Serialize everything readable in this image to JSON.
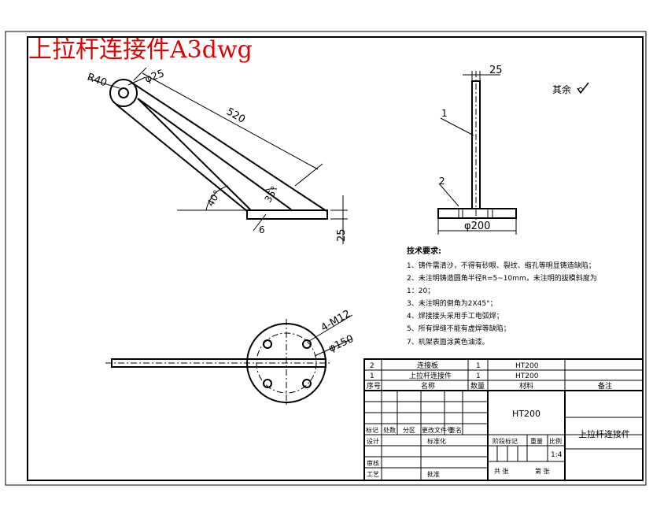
{
  "watermark": "上拉杆连接件A3dwg",
  "side_view": {
    "dim_radius": "R40",
    "dim_hole": "φ25",
    "dim_length": "520",
    "angle_lower": "40°",
    "angle_upper": "35°",
    "dim_weld": "6",
    "dim_plate_thickness": "25"
  },
  "front_view": {
    "dim_width": "25",
    "dim_diameter": "φ200",
    "balloon_1": "1",
    "balloon_2": "2"
  },
  "roughness": {
    "label": "其余"
  },
  "top_view": {
    "dim_holes": "4-M12",
    "dim_circle": "φ150"
  },
  "tech_requirements": {
    "title": "技术要求:",
    "items": [
      "1、铸件需清沙，不得有砂眼、裂纹、缩孔等明显铸造缺陷；",
      "2、未注明铸造圆角半径R=5~10mm，未注明的拔模斜度为",
      "1：20；",
      "3、未注明的倒角为2X45°；",
      "4、焊接接头采用手工电弧焊；",
      "5、所有焊缝不能有虚焊等缺陷；",
      "7、机架表面涂黄色油漆。"
    ]
  },
  "bom": {
    "rows": [
      {
        "no": "2",
        "name": "连接板",
        "qty": "1",
        "material": "HT200"
      },
      {
        "no": "1",
        "name": "上拉杆连接件",
        "qty": "1",
        "material": "HT200"
      }
    ],
    "header": {
      "no": "序号",
      "name": "名称",
      "qty": "数量",
      "material": "材料",
      "remark": "备注"
    }
  },
  "title_block": {
    "material": "HT200",
    "part_name": "上拉杆连接件",
    "scale": "1:4",
    "rev_labels": [
      "标记",
      "处数",
      "分区",
      "更改文件号",
      "签名"
    ],
    "design_label": "设计",
    "standard_label": "标准化",
    "check_label": "审核",
    "process_label": "工艺",
    "approve_label": "批准",
    "stage_label": "阶段标记",
    "weight_label": "重量",
    "scale_label": "比例",
    "sheets_label": "共  张",
    "sheet_label": "第  张"
  }
}
